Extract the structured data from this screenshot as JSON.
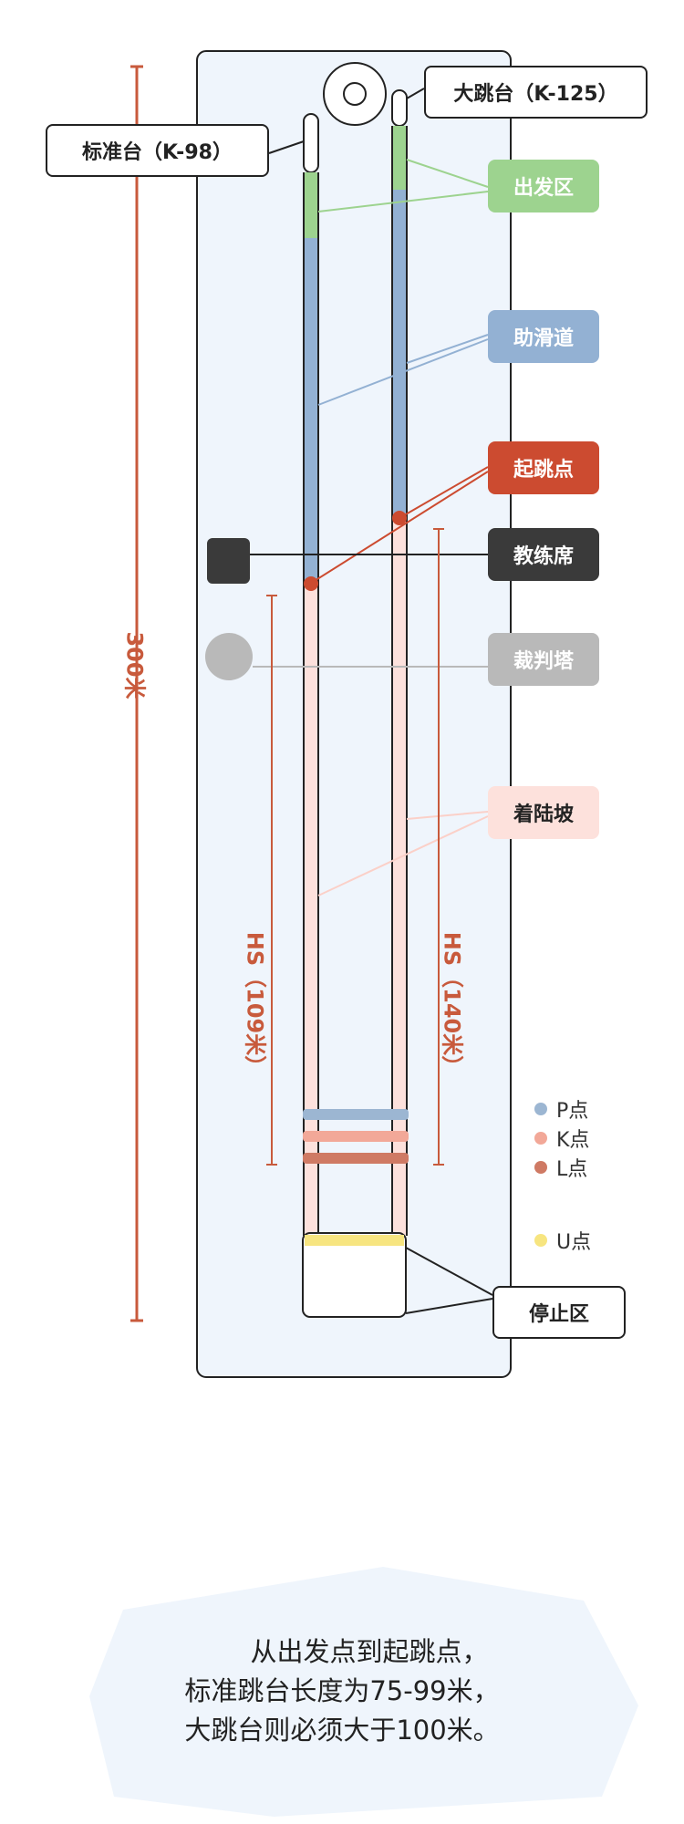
{
  "labels": {
    "standard_platform": "标准台（K-98）",
    "large_platform": "大跳台（K-125）",
    "start_zone": "出发区",
    "inrun": "助滑道",
    "takeoff": "起跳点",
    "coach_stand": "教练席",
    "judge_tower": "裁判塔",
    "landing_slope": "着陆坡",
    "stop_zone": "停止区",
    "total_length": "300米",
    "hs_standard": "HS（109米）",
    "hs_large": "HS（140米）"
  },
  "legend": [
    {
      "label": "P点",
      "color": "#9cb6d2"
    },
    {
      "label": "K点",
      "color": "#f2a898"
    },
    {
      "label": "L点",
      "color": "#cf7a64"
    },
    {
      "label": "U点",
      "color": "#f7e580"
    }
  ],
  "colors": {
    "start_zone": "#9dd38f",
    "inrun": "#93b1d3",
    "takeoff": "#cc4b30",
    "coach_stand": "#3a3a3a",
    "judge_tower": "#b9b9b9",
    "landing_slope": "#fde1dc",
    "dimension": "#c85a3c",
    "panel_bg": "#eff5fc"
  },
  "caption": {
    "line1": "从出发点到起跳点，",
    "line2": "标准跳台长度为75-99米，",
    "line3": "大跳台则必须大于100米。"
  }
}
